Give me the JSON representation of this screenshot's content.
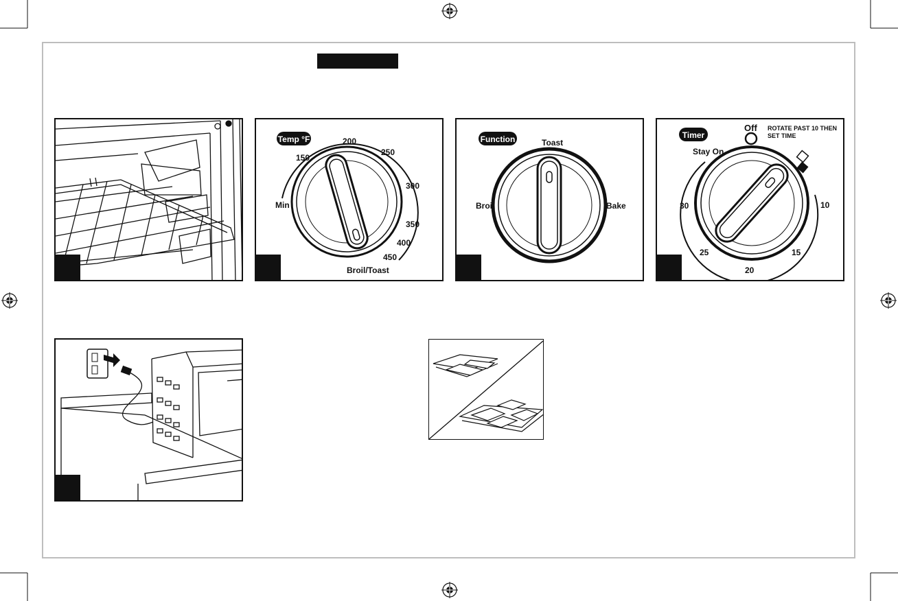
{
  "temp_dial": {
    "badge": "Temp °F",
    "min": "Min",
    "t150": "150",
    "t200": "200",
    "t250": "250",
    "t300": "300",
    "t350": "350",
    "t400": "400",
    "t450": "450",
    "broil_toast": "Broil/Toast"
  },
  "function_dial": {
    "badge": "Function",
    "toast": "Toast",
    "broil": "Broil",
    "bake": "Bake"
  },
  "timer_dial": {
    "badge": "Timer",
    "off": "Off",
    "note_line1": "ROTATE PAST 10 THEN",
    "note_line2": "SET TIME",
    "stay_on": "Stay On",
    "m10": "10",
    "m15": "15",
    "m20": "20",
    "m25": "25",
    "m30": "30"
  },
  "icons": {
    "registration": "registration-mark-icon",
    "outlet": "wall-outlet-icon",
    "arrow": "unplug-arrow-icon"
  },
  "colors": {
    "ink": "#111111",
    "frame": "#bdbdbd",
    "paper": "#ffffff"
  }
}
